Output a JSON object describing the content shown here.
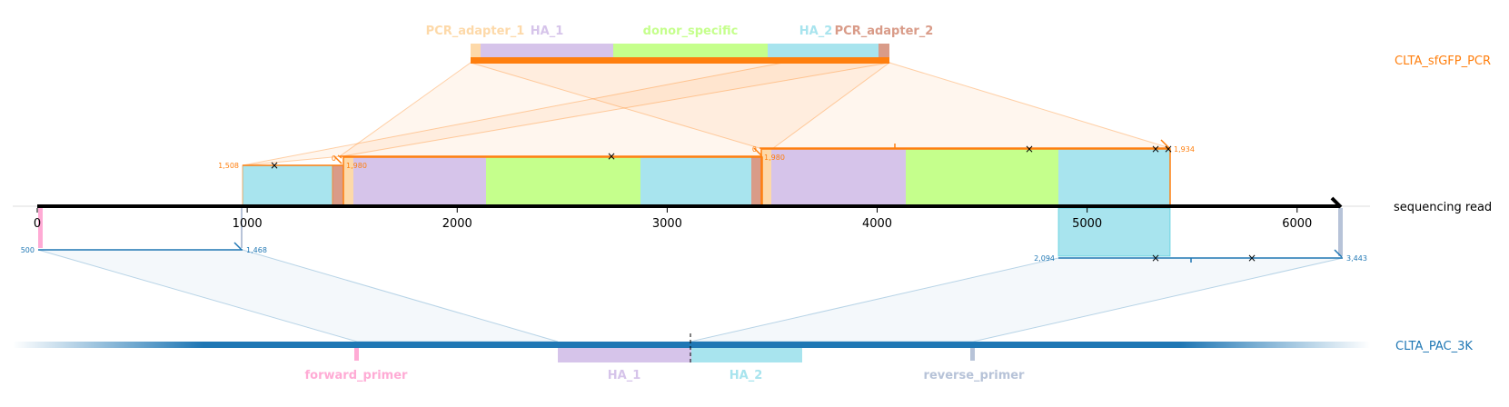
{
  "colors": {
    "pcr_track": "#ff7f0e",
    "pac_track": "#1f77b4",
    "read_axis": "#000000",
    "PCR_adapter": "#fdd9a9",
    "PCR_adapter_2": "#d99b88",
    "HA_1": "#d6c4ea",
    "donor_specific": "#c5ff8c",
    "HA_2": "#a8e4ee",
    "forward_primer": "#ffabd5",
    "reverse_primer": "#b7c3d8"
  },
  "tracks": {
    "pcr_label": "CLTA_sfGFP_PCR",
    "read_label": "sequencing read",
    "pac_label": "CLTA_PAC_3K"
  },
  "pcr_features": [
    {
      "name": "PCR_adapter_1",
      "color_key": "PCR_adapter"
    },
    {
      "name": "HA_1",
      "color_key": "HA_1"
    },
    {
      "name": "donor_specific",
      "color_key": "donor_specific"
    },
    {
      "name": "HA_2",
      "color_key": "HA_2"
    },
    {
      "name": "PCR_adapter_2",
      "color_key": "PCR_adapter_2"
    }
  ],
  "pac_features": [
    {
      "name": "forward_primer",
      "color_key": "forward_primer"
    },
    {
      "name": "HA_1",
      "color_key": "HA_1"
    },
    {
      "name": "HA_2",
      "color_key": "HA_2"
    },
    {
      "name": "reverse_primer",
      "color_key": "reverse_primer"
    }
  ],
  "read_axis": {
    "min": 0,
    "max": 6200,
    "ticks": [
      {
        "value": 0,
        "label": "0"
      },
      {
        "value": 1000,
        "label": "1000"
      },
      {
        "value": 2000,
        "label": "2000"
      },
      {
        "value": 3000,
        "label": "3000"
      },
      {
        "value": 4000,
        "label": "4000"
      },
      {
        "value": 5000,
        "label": "5000"
      },
      {
        "value": 6000,
        "label": "6000"
      }
    ]
  },
  "alignment_numbers": {
    "pcr_aln1_start": "1,508",
    "pcr_aln1_end": "1,980",
    "pcr_aln2_start": "0",
    "pcr_aln2_end": "1,980",
    "pcr_aln3_start": "0",
    "pcr_aln3_end": "1,934",
    "pac_aln1_start": "500",
    "pac_aln1_end": "1,468",
    "pac_aln2_start": "2,094",
    "pac_aln2_end": "3,443"
  }
}
